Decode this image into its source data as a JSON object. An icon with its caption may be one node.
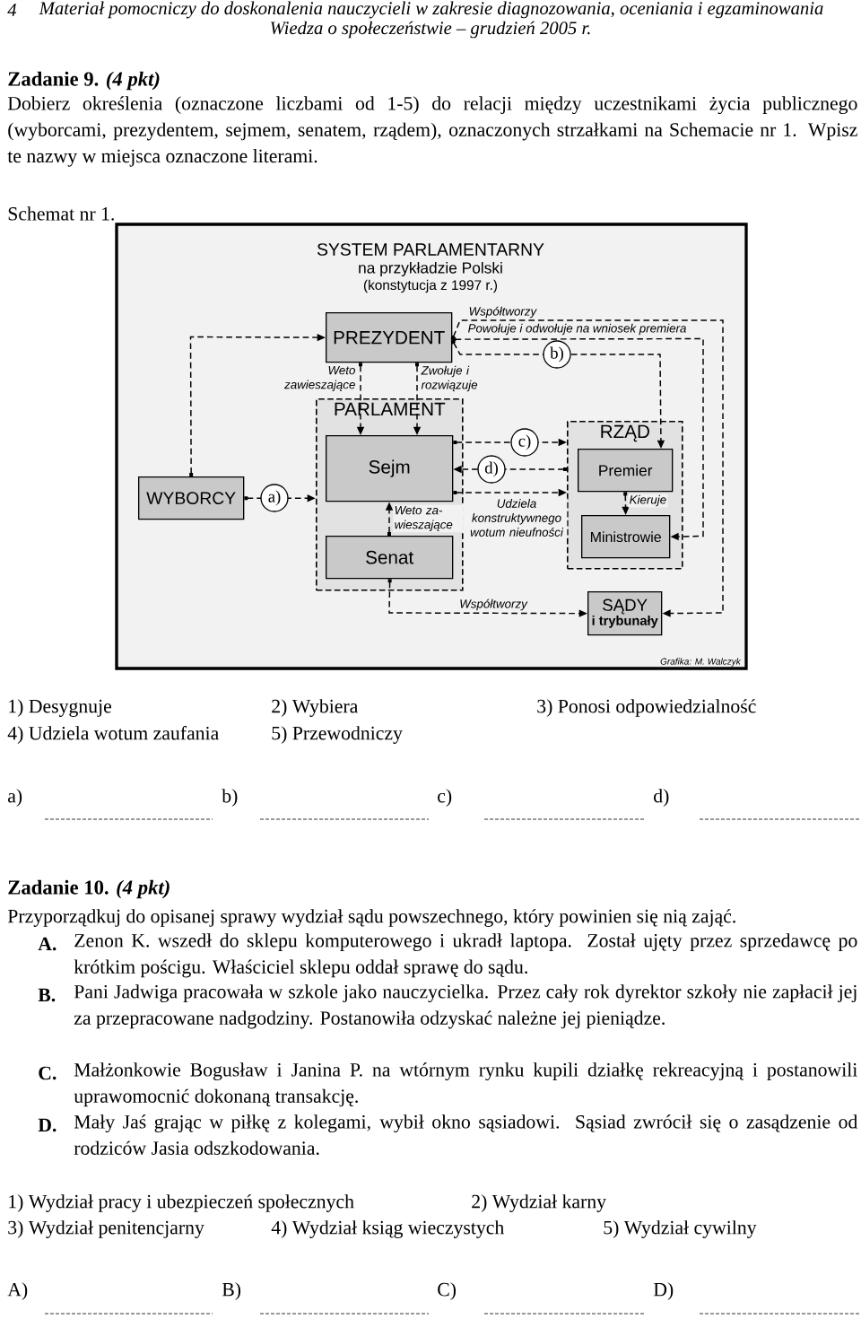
{
  "diagram": {
    "title": "SYSTEM PARLAMENTARNY",
    "nodes": [
      {
        "text": [
          "PREZYDENT"
        ]
      },
      {
        "text": [
          "PARLAMENT"
        ]
      },
      {
        "text": [
          "Sejm"
        ],
        "in": 1
      },
      {
        "text": [
          "Senat"
        ],
        "in": 1
      },
      {
        "text": [
          "WYBORCY"
        ]
      },
      {
        "text": [
          "RZĄD"
        ]
      },
      {
        "text": [
          "Premier"
        ],
        "in": 5
      },
      {
        "text": [
          "Ministrowie"
        ],
        "in": 5
      },
      {
        "text": [
          "SĄDY",
          "i trybunały"
        ]
      }
    ],
    "edges": [
      {
        "from": 4,
        "to": 0,
        "arrow": "to"
      },
      {
        "from": 4,
        "to": 1,
        "arrow": "to",
        "label": "a)"
      },
      {
        "from": 0,
        "to": 2,
        "arrow": "to",
        "label": "Weto zawieszające"
      },
      {
        "from": 0,
        "to": 2,
        "arrow": "to",
        "label": "Zwołuje i rozwiązuje"
      },
      {
        "from": 2,
        "to": 5,
        "arrow": "to",
        "label": "c)"
      },
      {
        "from": 5,
        "to": 2,
        "arrow": "to",
        "label": "d)"
      },
      {
        "from": 2,
        "to": 5,
        "arrow": "to",
        "label": "Udziela konstruktywnego wotum nieufności"
      },
      {
        "from": 3,
        "to": 2,
        "arrow": "to",
        "label": "Weto za- wieszające"
      },
      {
        "from": 6,
        "to": 7,
        "arrow": "to",
        "label": "Kieruje"
      },
      {
        "from": 0,
        "to": 6,
        "arrow": "to",
        "label": "b)"
      },
      {
        "from": 0,
        "to": 7,
        "arrow": "to",
        "label": "Powołuje i odwołuje na wniosek premiera"
      },
      {
        "from": 0,
        "to": 8,
        "arrow": "to",
        "label": "Współtworzy"
      },
      {
        "from": 3,
        "to": 8,
        "arrow": "to",
        "label": "Współtworzy"
      }
    ],
    "labels": [
      "4",
      "Materiał pomocniczy do doskonalenia nauczycieli w zakresie diagnozowania, oceniania i egzaminowania",
      "Wiedza o społeczeństwie – grudzień 2005 r.",
      "Zadanie 9. *(4 pkt)*",
      "Dobierz określenia (oznaczone liczbami od 1-5) do relacji między uczestnikami życia publicznego (wyborcami, prezydentem, sejmem, senatem, rządem), oznaczonych strzałkami na Schemacie nr 1. Wpisz te nazwy w miejsca oznaczone literami.",
      "Schemat nr 1.",
      "na przykładzie Polski",
      "(konstytucja z 1997 r.)",
      "Grafika: M. Walczyk",
      "1) Desygnuje",
      "2) Wybiera",
      "3) Ponosi odpowiedzialność",
      "4) Udziela wotum zaufania",
      "5) Przewodniczy",
      "a)",
      "b)",
      "c)",
      "d)",
      "Zadanie 10. *(4 pkt)*",
      "Przyporządkuj do opisanej sprawy wydział sądu powszechnego, który powinien się nią zająć.",
      "A.",
      "Zenon K. wszedł do sklepu komputerowego i ukradł laptopa. Został ujęty przez sprzedawcę po krótkim pościgu. Właściciel sklepu oddał sprawę do sądu.",
      "B.",
      "Pani Jadwiga pracowała w szkole jako nauczycielka. Przez cały rok dyrektor szkoły nie zapłacił jej za przepracowane nadgodziny. Postanowiła odzyskać należne jej pieniądze.",
      "C.",
      "Małżonkowie Bogusław i Janina P. na wtórnym rynku kupili działkę rekreacyjną i postanowili uprawomocnić dokonaną transakcję.",
      "D.",
      "Mały Jaś grając w piłkę z kolegami, wybił okno sąsiadowi. Sąsiad zwrócił się o zasądzenie od rodziców Jasia odszkodowania.",
      "1) Wydział pracy i ubezpieczeń społecznych",
      "2) Wydział karny",
      "3) Wydział penitencjarny",
      "4) Wydział ksiąg wieczystych",
      "5) Wydział cywilny",
      "A)",
      "B)",
      "C)",
      "D)"
    ]
  }
}
